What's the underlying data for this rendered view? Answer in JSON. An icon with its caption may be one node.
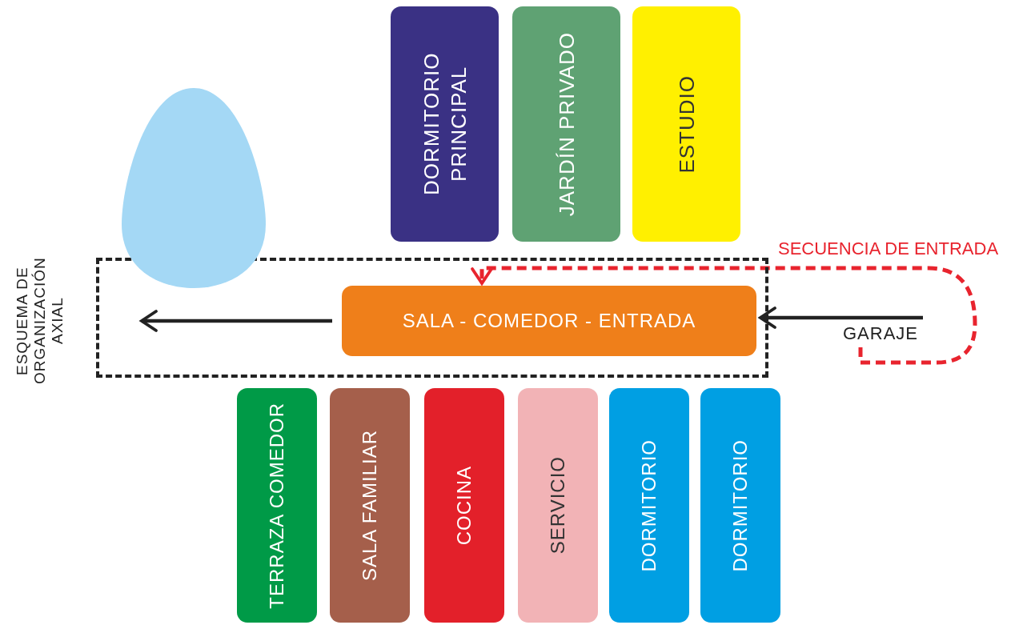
{
  "diagram": {
    "nodes": [
      {
        "text": [
          "ESQUEMA DE ORGANIZACIÓN AXIAL"
        ]
      },
      {
        "text": [],
        "shape": "oval"
      },
      {
        "text": [
          "DORMITORIO PRINCIPAL"
        ]
      },
      {
        "text": [
          "JARDÍN PRIVADO"
        ]
      },
      {
        "text": [
          "ESTUDIO"
        ]
      },
      {
        "text": [
          "SALA - COMEDOR - ENTRADA"
        ],
        "in": 0
      },
      {
        "text": [
          "TERRAZA COMEDOR"
        ]
      },
      {
        "text": [
          "SALA FAMILIAR"
        ]
      },
      {
        "text": [
          "COCINA"
        ]
      },
      {
        "text": [
          "SERVICIO"
        ]
      },
      {
        "text": [
          "DORMITORIO"
        ]
      },
      {
        "text": [
          "DORMITORIO"
        ]
      },
      {
        "text": [
          "GARAJE"
        ]
      }
    ],
    "edges": [
      {
        "from": 5,
        "to": null,
        "arrow": "to"
      },
      {
        "from": 12,
        "to": 5,
        "arrow": "to"
      },
      {
        "from": 12,
        "to": 5,
        "arrow": "to",
        "label": "SECUENCIA DE ENTRADA",
        "style": "dashed",
        "color": "#e8242e"
      }
    ]
  }
}
